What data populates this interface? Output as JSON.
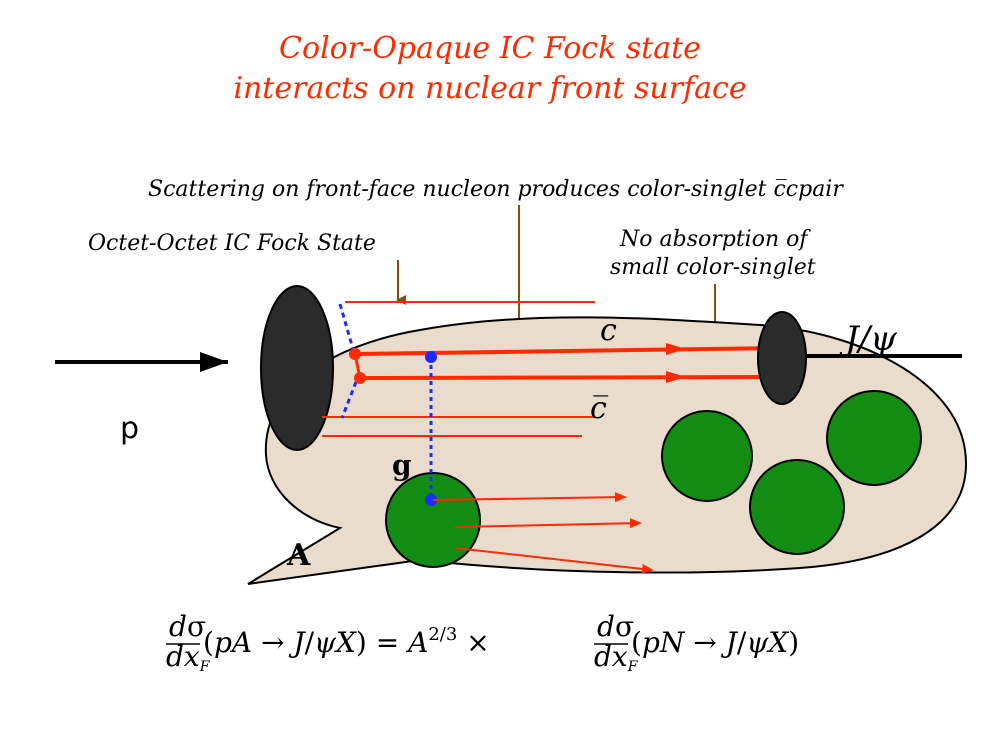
{
  "title": {
    "line1": "Color-Opaque IC Fock state",
    "line2": "interacts on nuclear front surface"
  },
  "annotations": {
    "scattering": "Scattering on front-face nucleon produces color-singlet c̅cpair",
    "octet": "Octet-Octet IC Fock State",
    "no_absorption_1": "No absorption of",
    "no_absorption_2": "small color-singlet"
  },
  "labels": {
    "proton": "p",
    "nucleus": "A",
    "gluon": "g",
    "charm": "c",
    "anticharm": "c̅",
    "jpsi": "J/ψ"
  },
  "formula": {
    "text": "dσ/dx_F(pA → J/ψX) = A^{2/3} × dσ/dx_F(pN → J/ψX)"
  },
  "colors": {
    "title": "#ff2a00",
    "nucleus_fill": "#eadccc",
    "nucleon_fill": "#128c12",
    "quark_line": "#ff2a00",
    "arrow_brown": "#8b4a10",
    "gluon_line": "#1a2cff",
    "proton_blob": "#2b2b2b"
  }
}
